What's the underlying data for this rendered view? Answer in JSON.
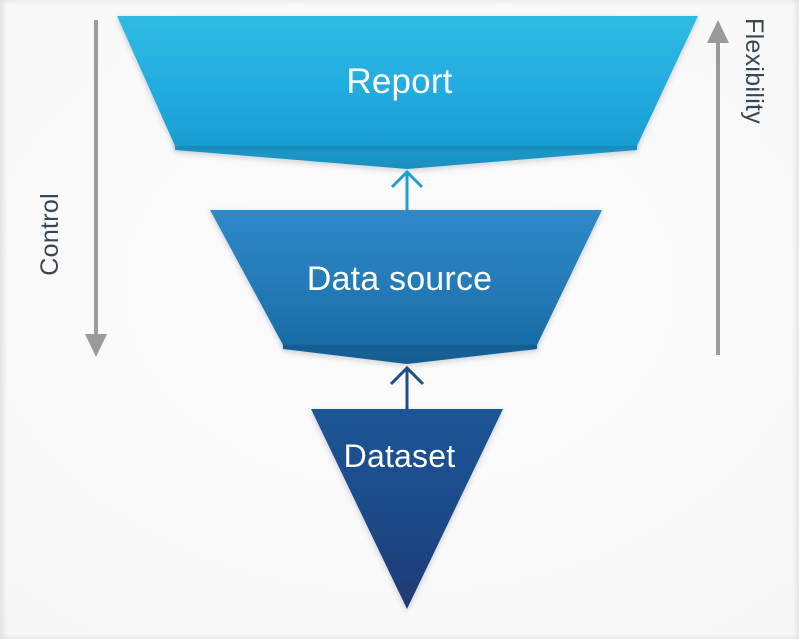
{
  "diagram": {
    "type": "inverted-funnel",
    "title": "",
    "background_color": "#f8f8f8",
    "stages": [
      {
        "id": "report",
        "label": "Report",
        "level": 1,
        "color_top": "#2ebae1",
        "color_bottom": "#1a9fd4",
        "fold_color": "#1b8fc2",
        "text_color": "#ffffff"
      },
      {
        "id": "data-source",
        "label": "Data source",
        "level": 2,
        "color_top": "#3189c8",
        "color_bottom": "#1a6ba5",
        "fold_color": "#175d92",
        "text_color": "#ffffff"
      },
      {
        "id": "dataset",
        "label": "Dataset",
        "level": 3,
        "color_top": "#1d5393",
        "color_bottom": "#203a74",
        "fold_color": "#1d3a74",
        "text_color": "#ffffff"
      }
    ],
    "connectors": [
      {
        "id": "dataset-to-data-source",
        "from": "dataset",
        "to": "data-source",
        "direction": "up",
        "color": "#1e4f8a"
      },
      {
        "id": "data-source-to-report",
        "from": "data-source",
        "to": "report",
        "direction": "up",
        "color": "#1f9ed3"
      }
    ],
    "axes": [
      {
        "id": "control",
        "label": "Control",
        "side": "left",
        "direction": "down",
        "color": "#9a9a9a",
        "text_color": "#3b4650"
      },
      {
        "id": "flexibility",
        "label": "Flexibility",
        "side": "right",
        "direction": "up",
        "color": "#9a9a9a",
        "text_color": "#3b4650"
      }
    ]
  }
}
